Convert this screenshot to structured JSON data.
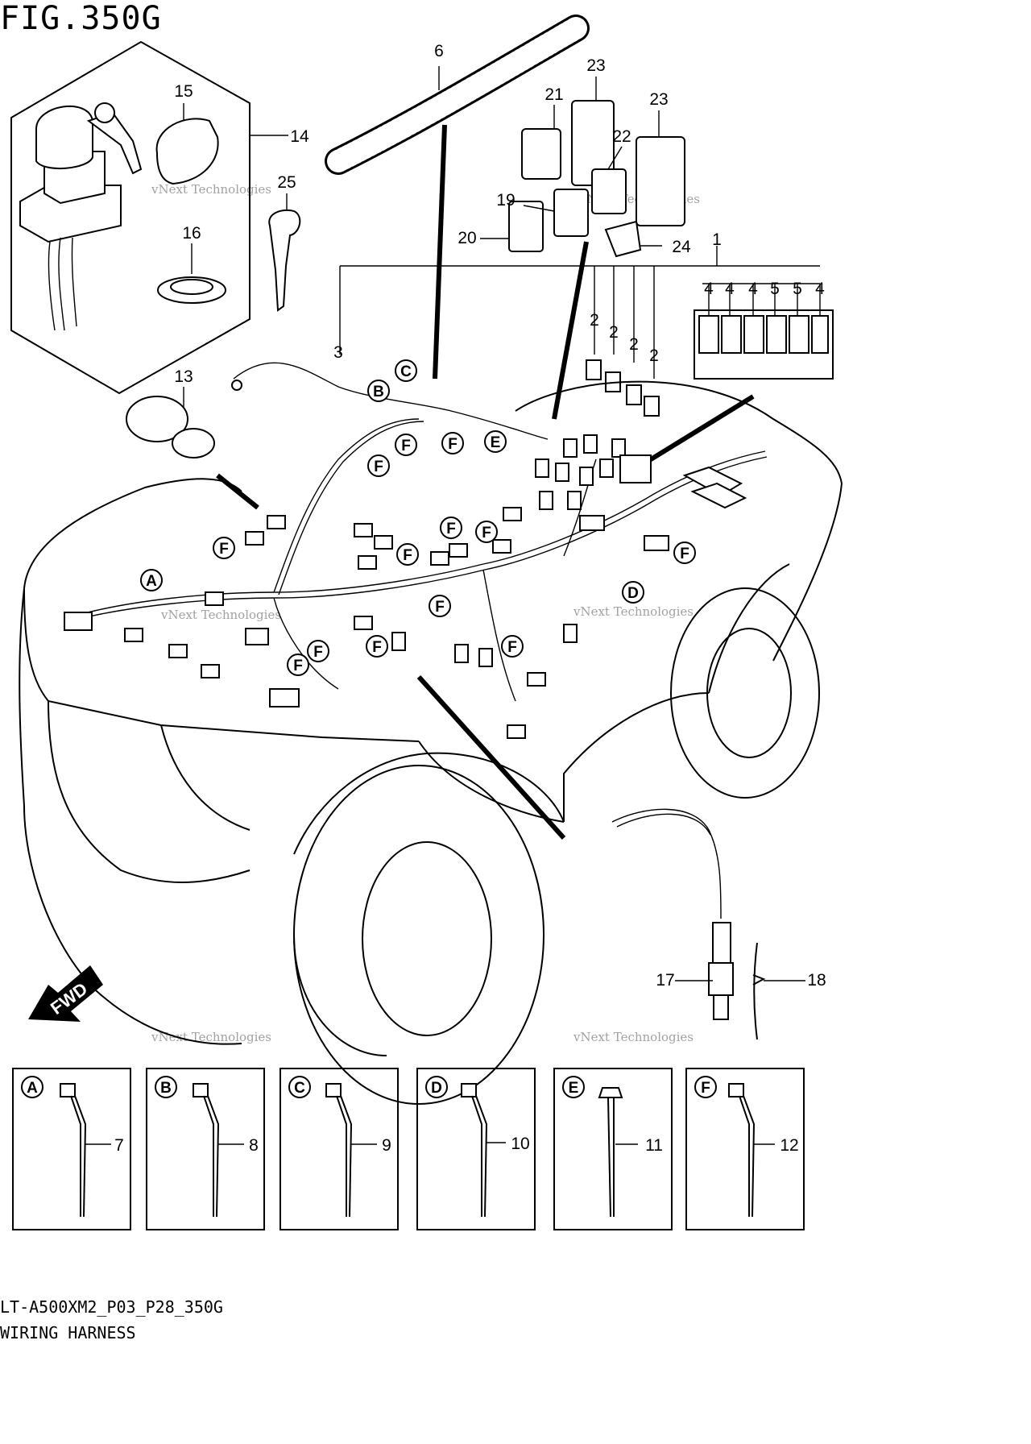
{
  "figure": {
    "title": "FIG.350G",
    "code": "LT-A500XM2_P03_P28_350G",
    "caption": "WIRING HARNESS",
    "watermark_line1": "vNext Technologies",
    "watermark_line2": "Technologies",
    "watermark_small": "vNext Technologies",
    "fwd_label": "FWD"
  },
  "callouts": [
    {
      "id": "c1",
      "label": "1"
    },
    {
      "id": "c2a",
      "label": "2"
    },
    {
      "id": "c2b",
      "label": "2"
    },
    {
      "id": "c2c",
      "label": "2"
    },
    {
      "id": "c2d",
      "label": "2"
    },
    {
      "id": "c3",
      "label": "3"
    },
    {
      "id": "c4a",
      "label": "4"
    },
    {
      "id": "c4b",
      "label": "4"
    },
    {
      "id": "c4c",
      "label": "4"
    },
    {
      "id": "c5a",
      "label": "5"
    },
    {
      "id": "c5b",
      "label": "5"
    },
    {
      "id": "c4d",
      "label": "4"
    },
    {
      "id": "c6",
      "label": "6"
    },
    {
      "id": "c13",
      "label": "13"
    },
    {
      "id": "c14",
      "label": "14"
    },
    {
      "id": "c15",
      "label": "15"
    },
    {
      "id": "c16",
      "label": "16"
    },
    {
      "id": "c17",
      "label": "17"
    },
    {
      "id": "c18",
      "label": "18"
    },
    {
      "id": "c19",
      "label": "19"
    },
    {
      "id": "c20",
      "label": "20"
    },
    {
      "id": "c21",
      "label": "21"
    },
    {
      "id": "c22",
      "label": "22"
    },
    {
      "id": "c23a",
      "label": "23"
    },
    {
      "id": "c23b",
      "label": "23"
    },
    {
      "id": "c24",
      "label": "24"
    },
    {
      "id": "c25",
      "label": "25"
    }
  ],
  "clamp_markers": [
    "A",
    "B",
    "C",
    "D",
    "E",
    "F"
  ],
  "detail_boxes": [
    {
      "letter": "A",
      "part": "7"
    },
    {
      "letter": "B",
      "part": "8"
    },
    {
      "letter": "C",
      "part": "9"
    },
    {
      "letter": "D",
      "part": "10"
    },
    {
      "letter": "E",
      "part": "11"
    },
    {
      "letter": "F",
      "part": "12"
    }
  ]
}
